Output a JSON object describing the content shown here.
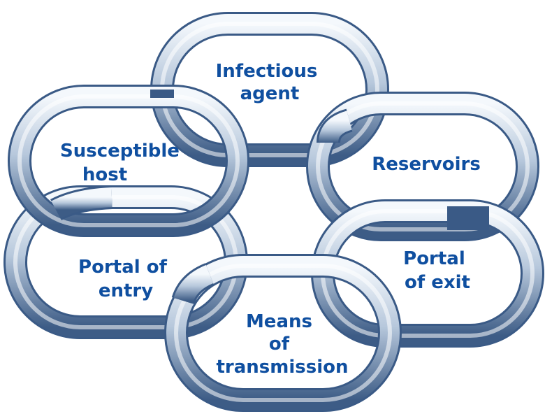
{
  "diagram": {
    "text_color": "#0f4fa0",
    "ring_colors": {
      "dark": "#3a5a86",
      "mid": "#7d98b8",
      "light": "#e9f0f8",
      "highlight": "#ffffff"
    },
    "links": [
      {
        "id": "infectious-agent",
        "label_lines": [
          "Infectious",
          "agent"
        ]
      },
      {
        "id": "reservoirs",
        "label_lines": [
          "Reservoirs"
        ]
      },
      {
        "id": "portal-of-exit",
        "label_lines": [
          "Portal",
          "of exit"
        ]
      },
      {
        "id": "means-of-transmission",
        "label_lines": [
          "Means",
          "of",
          "transmission"
        ]
      },
      {
        "id": "portal-of-entry",
        "label_lines": [
          "Portal of",
          "entry"
        ]
      },
      {
        "id": "susceptible-host",
        "label_lines": [
          "Susceptible",
          "host"
        ]
      }
    ]
  }
}
